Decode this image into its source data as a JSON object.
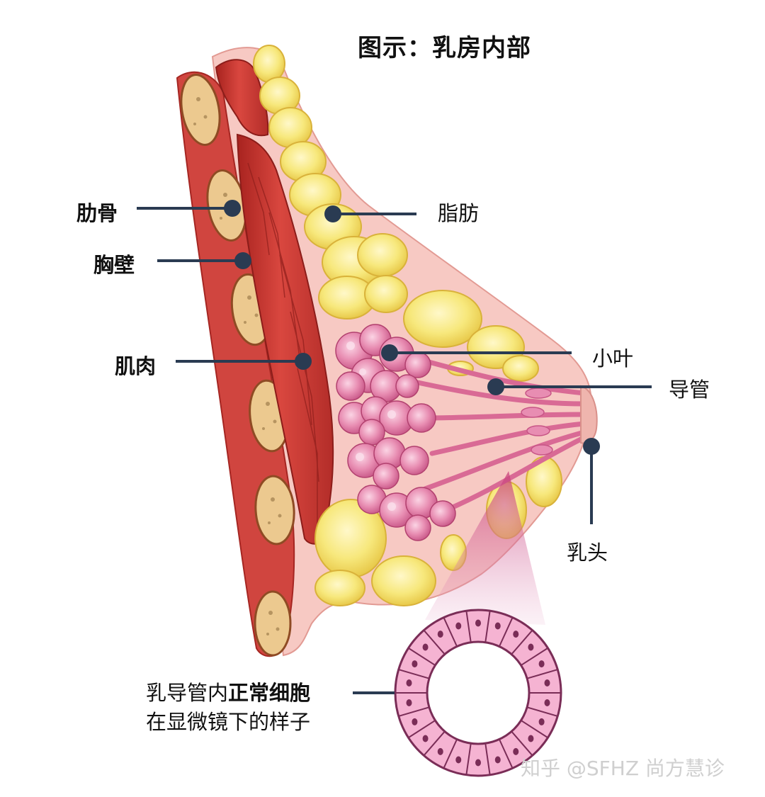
{
  "title": "图示：乳房内部",
  "labels": {
    "rib": "肋骨",
    "chest_wall": "胸壁",
    "muscle": "肌肉",
    "fat": "脂肪",
    "lobule": "小叶",
    "duct": "导管",
    "nipple": "乳头"
  },
  "caption": {
    "line1_prefix": "乳导管内",
    "line1_bold": "正常细胞",
    "line2": "在显微镜下的样子"
  },
  "watermark": "知乎 @SFHZ 尚方慧诊",
  "colors": {
    "leader_line": "#2a3b52",
    "muscle": "#c83a36",
    "fat": "#f7e77a",
    "tissue": "#f7c9c3",
    "lobule": "#e37aa3",
    "cell": "#f2a4c8"
  }
}
